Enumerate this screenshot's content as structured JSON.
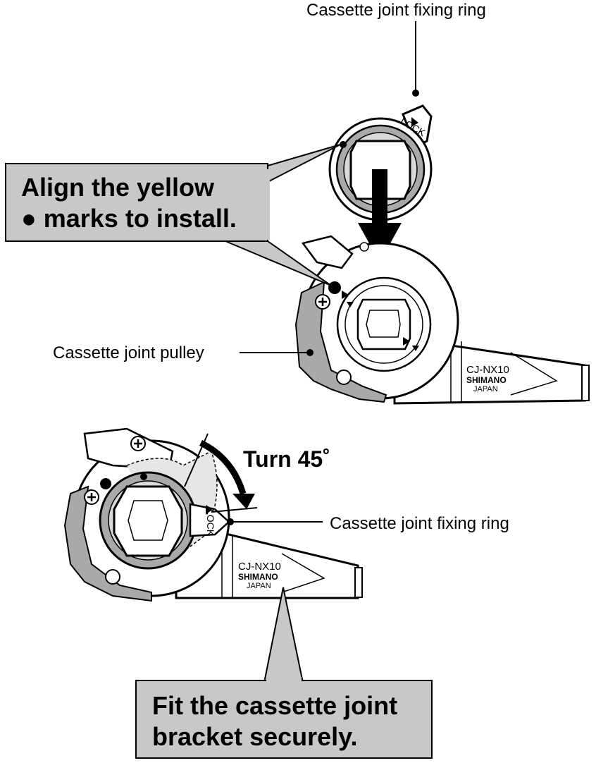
{
  "labels": {
    "top_ring": "Cassette joint fixing ring",
    "pulley": "Cassette joint pulley",
    "side_ring": "Cassette joint fixing ring",
    "turn": "Turn 45˚",
    "lock_top": "LOCK",
    "lock_bottom": "LOCK"
  },
  "callouts": {
    "align_line1": "Align the yellow",
    "align_line2": "● marks to install.",
    "fit_line1": "Fit the cassette joint",
    "fit_line2": "bracket securely."
  },
  "bracket_top": {
    "model": "CJ-NX10",
    "brand": "SHIMANO",
    "origin": "JAPAN"
  },
  "bracket_bottom": {
    "model": "CJ-NX10",
    "brand": "SHIMANO",
    "origin": "JAPAN"
  },
  "colors": {
    "callout_fill": "#c8c8c8",
    "part_gray": "#a9a9a9",
    "line": "#000000"
  }
}
